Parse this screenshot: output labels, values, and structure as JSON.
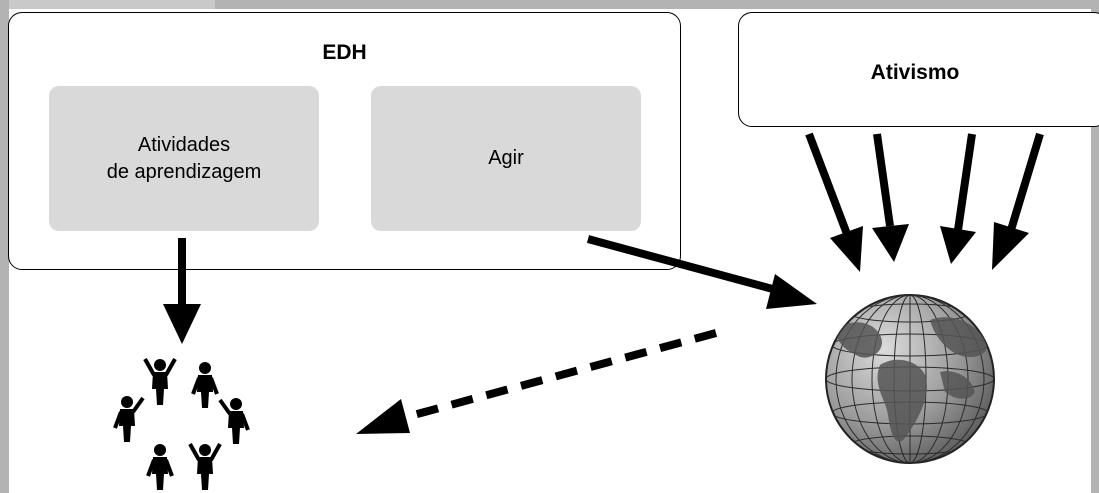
{
  "edh": {
    "title": "EDH",
    "activities_line1": "Atividades",
    "activities_line2": "de aprendizagem",
    "act_label": "Agir"
  },
  "ativismo": {
    "title": "Ativismo"
  },
  "colors": {
    "frame": "#b3b3b3",
    "inner_box": "#d9d9d9",
    "stroke": "#000000",
    "globe": "#777777"
  },
  "icons": [
    "people-circle-icon",
    "globe-icon"
  ]
}
